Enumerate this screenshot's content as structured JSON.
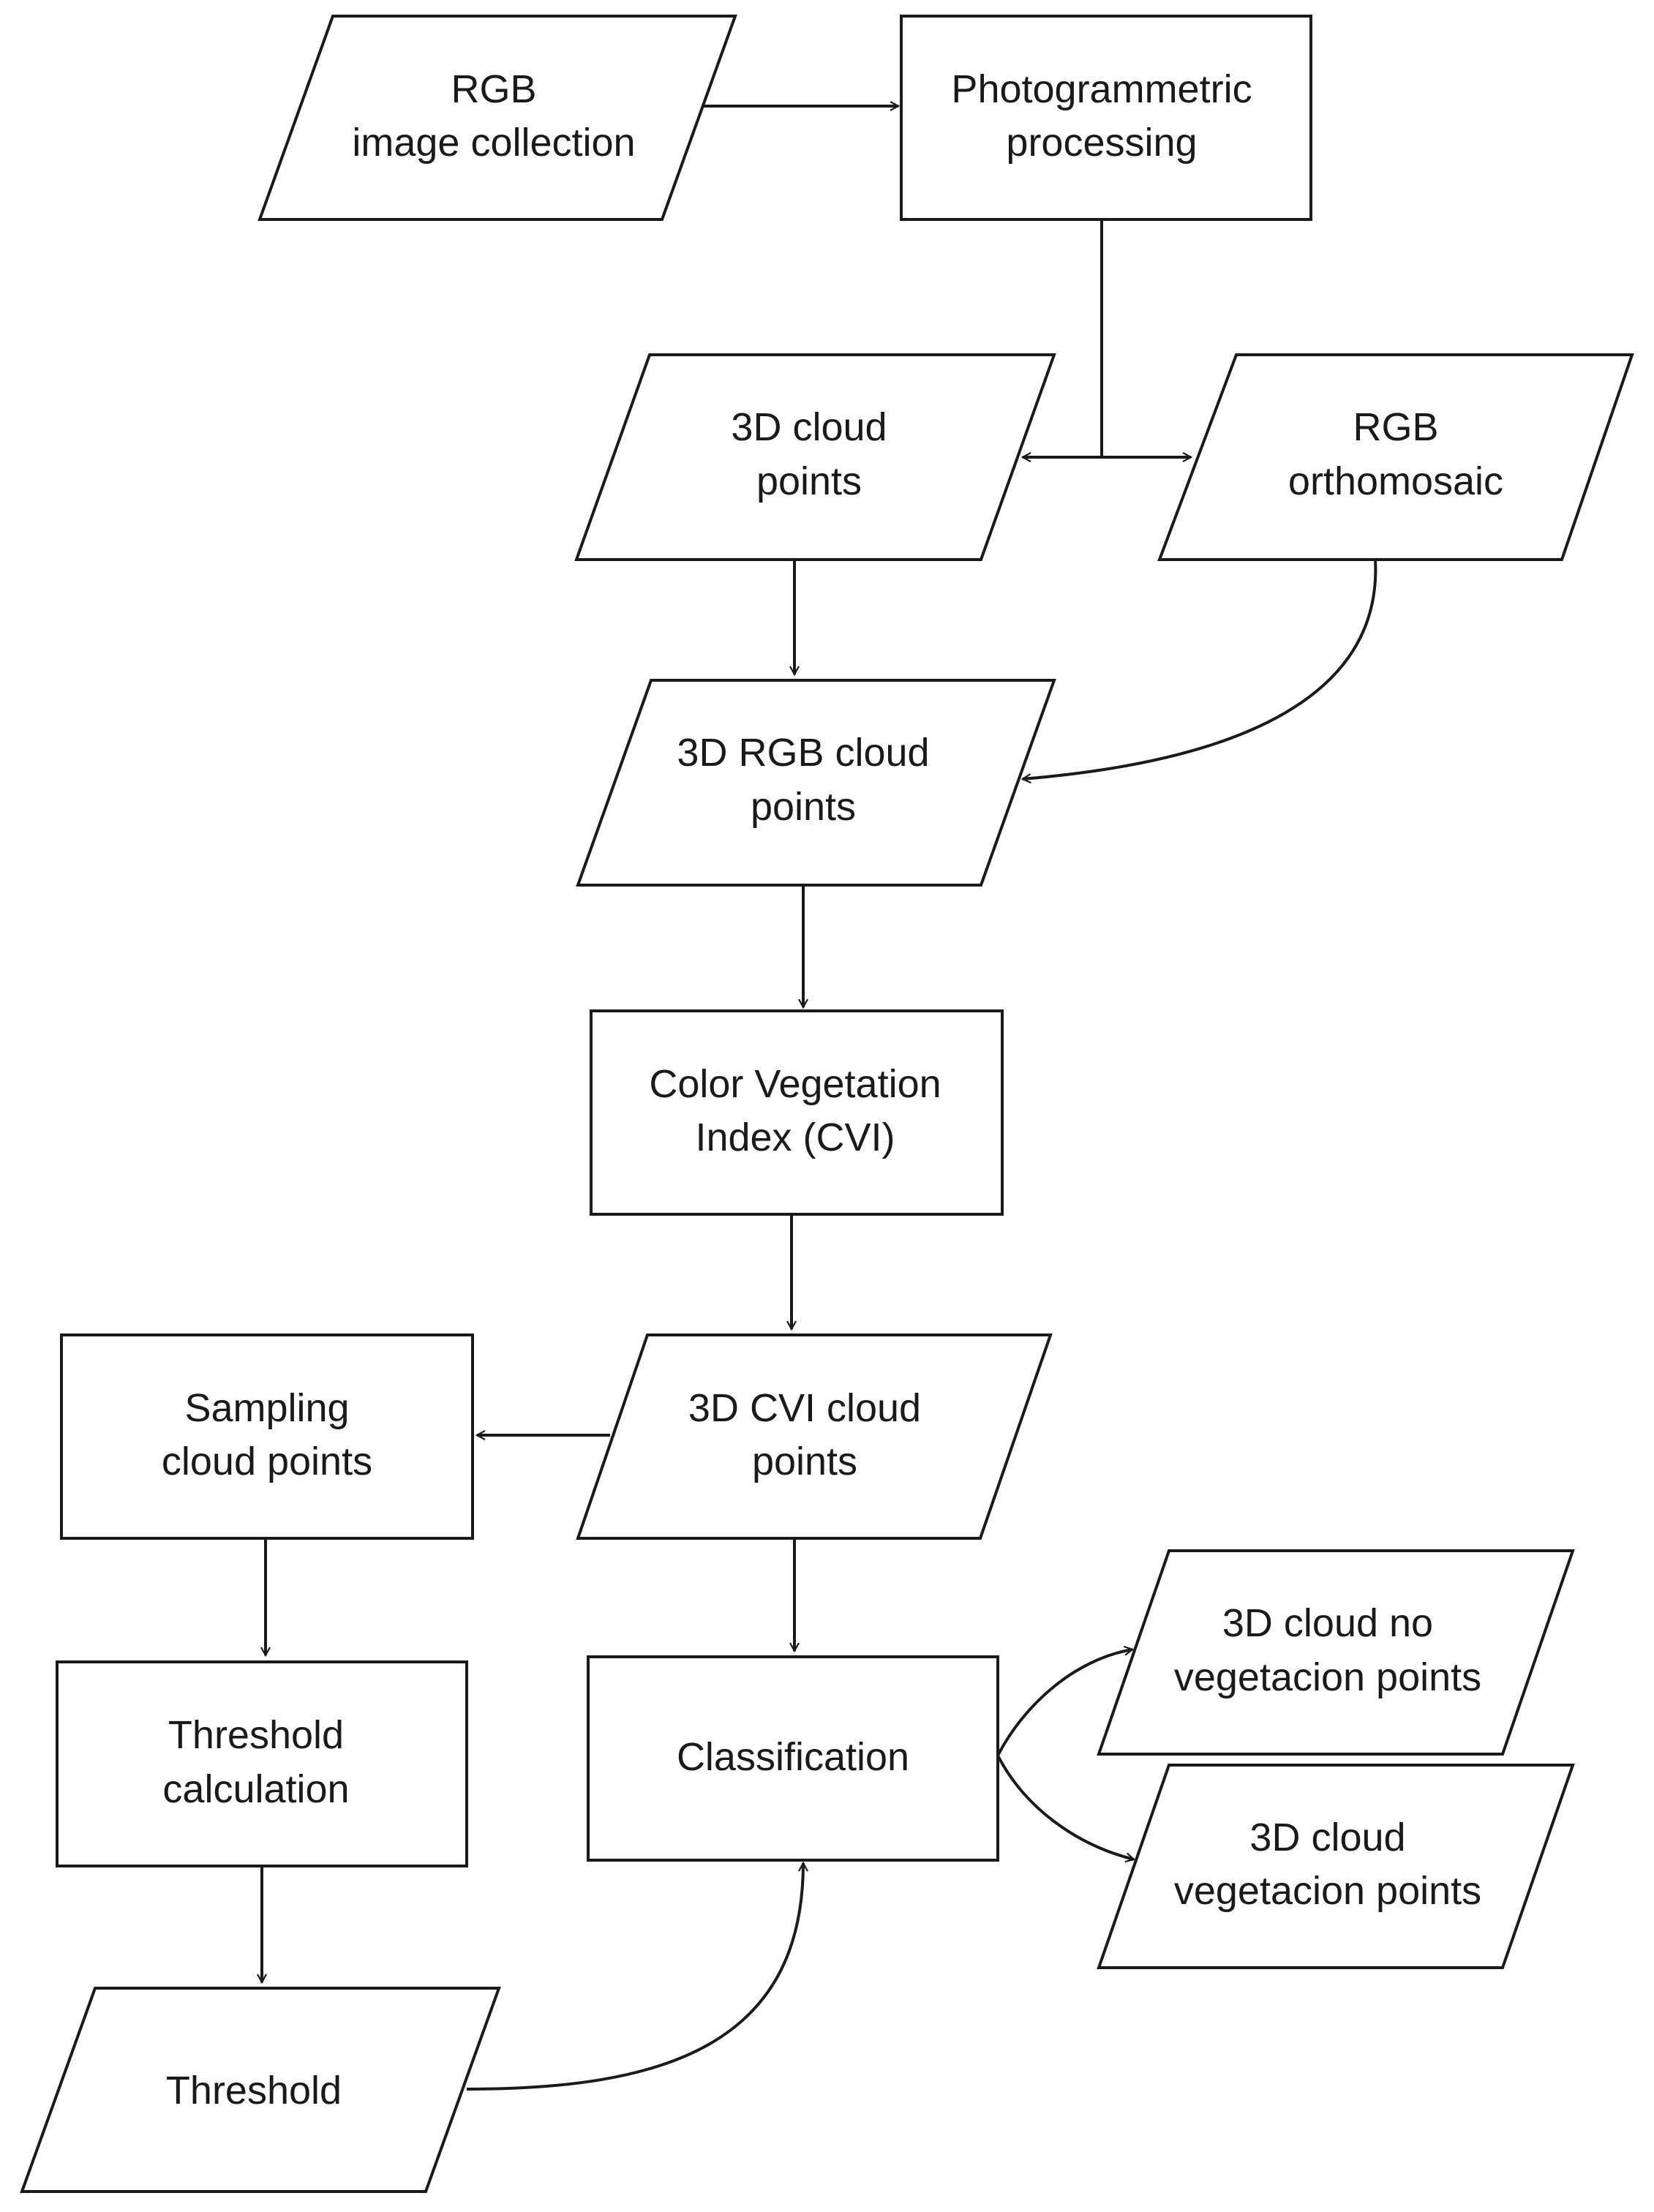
{
  "nodes": {
    "rgb_collection": {
      "shape": "parallelogram",
      "lines": [
        "RGB",
        "image collection"
      ]
    },
    "photogrammetric": {
      "shape": "rectangle",
      "lines": [
        "Photogrammetric",
        "processing"
      ]
    },
    "cloud_points": {
      "shape": "parallelogram",
      "lines": [
        "3D cloud",
        "points"
      ]
    },
    "orthomosaic": {
      "shape": "parallelogram",
      "lines": [
        "RGB",
        "orthomosaic"
      ]
    },
    "rgb_cloud": {
      "shape": "parallelogram",
      "lines": [
        "3D RGB cloud",
        "points"
      ]
    },
    "cvi": {
      "shape": "rectangle",
      "lines": [
        "Color Vegetation",
        "Index (CVI)"
      ]
    },
    "cvi_cloud": {
      "shape": "parallelogram",
      "lines": [
        "3D CVI cloud",
        "points"
      ]
    },
    "sampling": {
      "shape": "rectangle",
      "lines": [
        "Sampling",
        "cloud points"
      ]
    },
    "threshold_calc": {
      "shape": "rectangle",
      "lines": [
        "Threshold",
        "calculation"
      ]
    },
    "threshold": {
      "shape": "parallelogram",
      "lines": [
        "Threshold"
      ]
    },
    "classification": {
      "shape": "rectangle",
      "lines": [
        "Classification"
      ]
    },
    "no_veg": {
      "shape": "parallelogram",
      "lines": [
        "3D cloud no",
        "vegetacion points"
      ]
    },
    "veg": {
      "shape": "parallelogram",
      "lines": [
        "3D cloud",
        "vegetacion points"
      ]
    }
  },
  "edges": [
    [
      "rgb_collection",
      "photogrammetric"
    ],
    [
      "photogrammetric",
      "cloud_points"
    ],
    [
      "photogrammetric",
      "orthomosaic"
    ],
    [
      "cloud_points",
      "rgb_cloud"
    ],
    [
      "orthomosaic",
      "rgb_cloud"
    ],
    [
      "rgb_cloud",
      "cvi"
    ],
    [
      "cvi",
      "cvi_cloud"
    ],
    [
      "cvi_cloud",
      "sampling"
    ],
    [
      "cvi_cloud",
      "classification"
    ],
    [
      "sampling",
      "threshold_calc"
    ],
    [
      "threshold_calc",
      "threshold"
    ],
    [
      "threshold",
      "classification"
    ],
    [
      "classification",
      "no_veg"
    ],
    [
      "classification",
      "veg"
    ]
  ],
  "colors": {
    "stroke": "#1a1a1a",
    "fill": "#ffffff"
  }
}
